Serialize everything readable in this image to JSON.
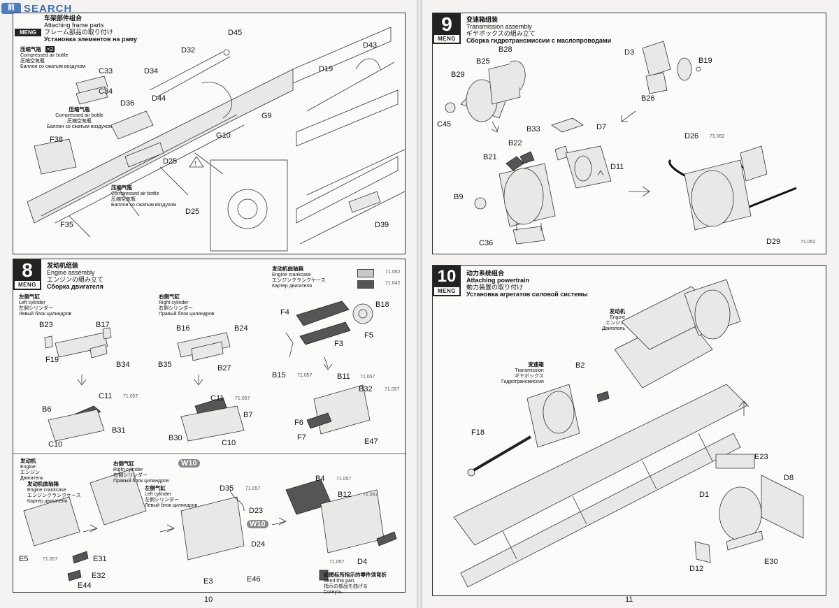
{
  "watermark": {
    "logo": "前",
    "text": "SEARCH"
  },
  "brand": "MENG",
  "left_page": {
    "page_number": "10",
    "frame_step": {
      "title_cn": "车架部件组合",
      "title_en": "Attaching frame parts",
      "title_jp": "フレーム部品の取り付け",
      "title_ru": "Установка элементов на раму",
      "bottle1_cn": "压缩气瓶",
      "bottle1_en": "Compressed air bottle",
      "bottle1_jp": "圧縮空気瓶",
      "bottle1_ru": "Баллон со сжатым воздухом",
      "multiplier": "×2",
      "bottle2_cn": "压缩气瓶",
      "bottle2_en": "Compressed air bottle",
      "bottle2_jp": "圧縮空気瓶",
      "bottle2_ru": "Баллон со сжатым воздухом",
      "bottle3_cn": "压缩气瓶",
      "bottle3_en": "Compressed air bottle",
      "bottle3_jp": "圧縮空気瓶",
      "bottle3_ru": "Баллон со сжатым воздухом",
      "warning": "!",
      "labels": {
        "d45": "D45",
        "d32": "D32",
        "c33": "C33",
        "c34": "C34",
        "d34": "D34",
        "d44": "D44",
        "d36": "D36",
        "g9": "G9",
        "g10": "G10",
        "f38": "F38",
        "d25a": "D25",
        "f35": "F35",
        "d43": "D43",
        "d19": "D19",
        "d25b": "D25",
        "d39": "D39"
      }
    },
    "engine_step": {
      "number": "8",
      "title_cn": "发动机组装",
      "title_en": "Engine assembly",
      "title_jp": "エンジンの組み立て",
      "title_ru": "Сборка двигателя",
      "left_cyl_cn": "左侧气缸",
      "left_cyl_en": "Left cylinder",
      "left_cyl_jp": "左側シリンダー",
      "left_cyl_ru": "Левый блок цилиндров",
      "right_cyl_cn": "右侧气缸",
      "right_cyl_en": "Right cylinder",
      "right_cyl_jp": "右側シリンダー",
      "right_cyl_ru": "Правый блок цилиндров",
      "crank_cn": "发动机曲轴箱",
      "crank_en": "Engine crankcase",
      "crank_jp": "エンジンクランクケース",
      "crank_ru": "Картер двигателя",
      "paint1": "71.062",
      "paint2": "71.042",
      "paint3": "71.057",
      "labels": {
        "b23": "B23",
        "b17": "B17",
        "f19": "F19",
        "b34": "B34",
        "c11a": "C11",
        "b6": "B6",
        "b31": "B31",
        "c10a": "C10",
        "b16": "B16",
        "b24": "B24",
        "b35": "B35",
        "b27": "B27",
        "c11b": "C11",
        "b7": "B7",
        "b30": "B30",
        "c10b": "C10",
        "f4": "F4",
        "b18": "B18",
        "f5": "F5",
        "f3": "F3",
        "b15": "B15",
        "b11": "B11",
        "b32": "B32",
        "f6": "F6",
        "f7": "F7",
        "e47": "E47"
      },
      "sub2": {
        "engine_cn": "发动机",
        "engine_en": "Engine",
        "engine_jp": "エンジン",
        "engine_ru": "Двигатель",
        "crank_cn": "发动机曲轴箱",
        "crank_en": "Engine crankcase",
        "crank_jp": "エンジンクランクケース",
        "crank_ru": "Картер двигателя",
        "rc_cn": "右侧气缸",
        "rc_en": "Right cylinder",
        "rc_jp": "右側シリンダー",
        "rc_ru": "Правый блок цилиндров",
        "lc_cn": "左侧气缸",
        "lc_en": "Left cylinder",
        "lc_jp": "左側シリンダー",
        "lc_ru": "Левый блок цилиндров",
        "w10": "W10",
        "labels": {
          "d35": "D35",
          "d23": "D23",
          "w10b": "W10",
          "d24": "D24",
          "e46": "E46",
          "e3": "E3",
          "e5": "E5",
          "e31": "E31",
          "e32": "E32",
          "e44": "E44",
          "b4": "B4",
          "b12": "B12",
          "d4": "D4"
        },
        "bend_cn": "如图标所指示的零件须弯折",
        "bend_en": "Bend this part.",
        "bend_jp": "指示の部品を曲げる",
        "bend_ru": "Согнуть."
      }
    }
  },
  "right_page": {
    "page_number": "11",
    "trans_step": {
      "number": "9",
      "title_cn": "变速箱组装",
      "title_en": "Transmission assembly",
      "title_jp": "ギヤボックスの組み立て",
      "title_ru": "Сборка гидротрансмиссии с маслопроводами",
      "paint": "71.062",
      "labels": {
        "b28": "B28",
        "b25": "B25",
        "b29": "B29",
        "c45": "C45",
        "d3": "D3",
        "b19": "B19",
        "b26": "B26",
        "b33": "B33",
        "d7": "D7",
        "b22": "B22",
        "b21": "B21",
        "d11": "D11",
        "d26": "D26",
        "b9": "B9",
        "c36": "C36",
        "d29": "D29"
      }
    },
    "power_step": {
      "number": "10",
      "title_cn": "动力系统组合",
      "title_en": "Attaching powertrain",
      "title_jp": "動力装置の取り付け",
      "title_ru": "Установка агрегатов силовой системы",
      "engine_cn": "发动机",
      "engine_en": "Engine",
      "engine_jp": "エンジン",
      "engine_ru": "Двигатель",
      "trans_cn": "变速箱",
      "trans_en": "Transmission",
      "trans_jp": "ギヤボックス",
      "trans_ru": "Гидротрансмиссия",
      "labels": {
        "b2": "B2",
        "f18": "F18",
        "e23": "E23",
        "d8": "D8",
        "d1": "D1",
        "d12": "D12",
        "e30": "E30"
      }
    }
  }
}
